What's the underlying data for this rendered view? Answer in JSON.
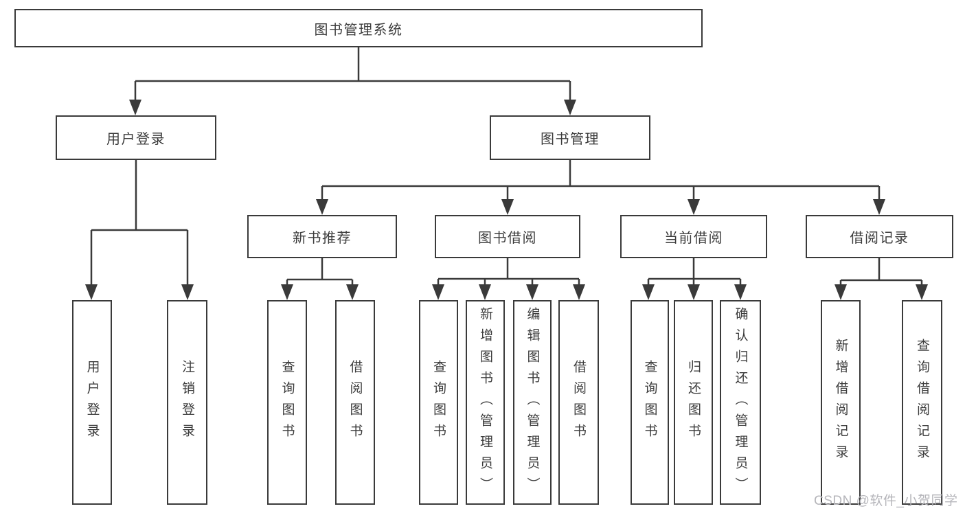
{
  "diagram": {
    "root": {
      "label": "图书管理系统"
    },
    "level2": [
      {
        "label": "用户登录"
      },
      {
        "label": "图书管理"
      }
    ],
    "level3": [
      {
        "label": "新书推荐"
      },
      {
        "label": "图书借阅"
      },
      {
        "label": "当前借阅"
      },
      {
        "label": "借阅记录"
      }
    ],
    "leaves": [
      {
        "label": "用户登录",
        "parent": "用户登录"
      },
      {
        "label": "注销登录",
        "parent": "用户登录"
      },
      {
        "label": "查询图书",
        "parent": "新书推荐"
      },
      {
        "label": "借阅图书",
        "parent": "新书推荐"
      },
      {
        "label": "查询图书",
        "parent": "图书借阅"
      },
      {
        "label": "新增图书（管理员）",
        "parent": "图书借阅"
      },
      {
        "label": "编辑图书（管理员）",
        "parent": "图书借阅"
      },
      {
        "label": "借阅图书",
        "parent": "图书借阅"
      },
      {
        "label": "查询图书",
        "parent": "当前借阅"
      },
      {
        "label": "归还图书",
        "parent": "当前借阅"
      },
      {
        "label": "确认归还（管理员）",
        "parent": "当前借阅"
      },
      {
        "label": "新增借阅记录",
        "parent": "借阅记录"
      },
      {
        "label": "查询借阅记录",
        "parent": "借阅记录"
      }
    ],
    "watermark": "CSDN @软件_小贺同学",
    "colors": {
      "line": "#3a3a3a",
      "text": "#3c3c3c",
      "watermark": "#b5b5ba",
      "background": "#ffffff"
    }
  }
}
